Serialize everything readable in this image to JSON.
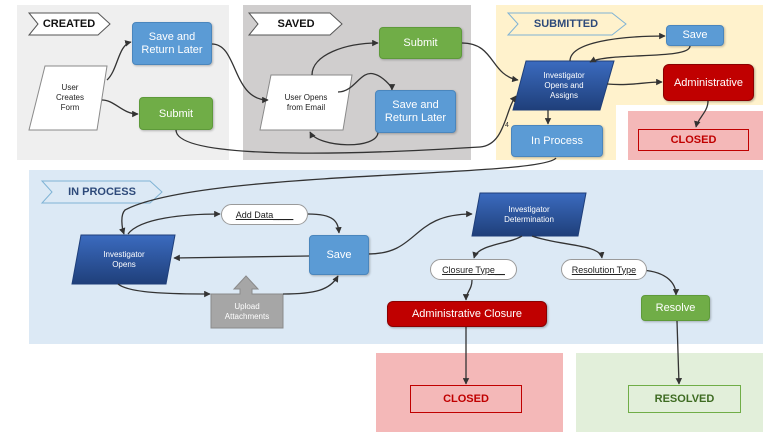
{
  "colors": {
    "created_bg": "#efefef",
    "saved_bg": "#d0cece",
    "submitted_bg": "#fff2cc",
    "closed_bg": "#f4b8b8",
    "inprocess_bg": "#dce9f5",
    "resolved_bg": "#e2efda",
    "blue": "#5b9bd5",
    "green": "#70ad47",
    "red": "#c00000",
    "navy": "#2f5597",
    "gray": "#a6a6a6"
  },
  "stages": {
    "created": "CREATED",
    "saved": "SAVED",
    "submitted": "SUBMITTED",
    "in_process": "IN PROCESS"
  },
  "created": {
    "user_creates_form": "User\nCreates\nForm",
    "save_return_later": "Save and\nReturn Later",
    "submit": "Submit"
  },
  "saved": {
    "user_opens_email": "User Opens\nfrom Email",
    "submit": "Submit",
    "save_return_later": "Save and\nReturn Later"
  },
  "submitted": {
    "investigator_assigns": "Investigator\nOpens and\nAssigns",
    "save": "Save",
    "administrative": "Administrative",
    "in_process": "In Process",
    "step_number": "4",
    "closed": "CLOSED"
  },
  "in_process": {
    "investigator_opens": "Investigator\nOpens",
    "add_data": "Add  Data____",
    "save": "Save",
    "upload_attachments": "Upload\nAttachments",
    "investigator_determination": "Investigator\nDetermination",
    "closure_type": "Closure Type__",
    "resolution_type": "Resolution Type",
    "administrative_closure": "Administrative Closure",
    "resolve": "Resolve"
  },
  "outcomes": {
    "closed": "CLOSED",
    "resolved": "RESOLVED"
  }
}
